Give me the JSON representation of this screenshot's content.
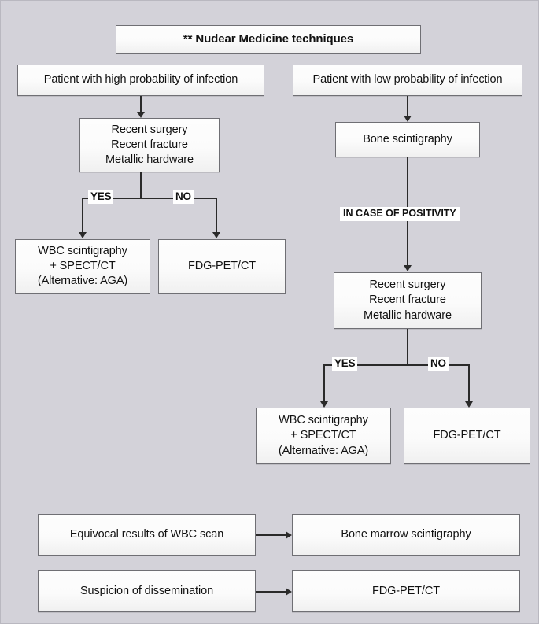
{
  "figure": {
    "background_color": "#d3d2d9",
    "box_border_color": "#6f6f74",
    "line_color": "#2a2a2a",
    "title": "** Nudear Medicine techniques"
  },
  "nodes": {
    "title": {
      "lines": [
        "** Nudear Medicine techniques"
      ]
    },
    "high_prob": {
      "lines": [
        "Patient with high probability of infection"
      ]
    },
    "low_prob": {
      "lines": [
        "Patient with low probability of infection"
      ]
    },
    "left_risk": {
      "lines": [
        "Recent surgery",
        "Recent fracture",
        "Metallic hardware"
      ]
    },
    "left_wbc": {
      "lines": [
        "WBC scintigraphy",
        "+ SPECT/CT",
        "(Alternative: AGA)"
      ]
    },
    "left_fdg": {
      "lines": [
        "FDG-PET/CT"
      ]
    },
    "bone_scint": {
      "lines": [
        "Bone scintigraphy"
      ]
    },
    "right_risk": {
      "lines": [
        "Recent surgery",
        "Recent fracture",
        "Metallic hardware"
      ]
    },
    "right_wbc": {
      "lines": [
        "WBC scintigraphy",
        "+ SPECT/CT",
        "(Alternative: AGA)"
      ]
    },
    "right_fdg": {
      "lines": [
        "FDG-PET/CT"
      ]
    },
    "equivocal": {
      "lines": [
        "Equivocal results of WBC scan"
      ]
    },
    "bone_marrow": {
      "lines": [
        "Bone marrow scintigraphy"
      ]
    },
    "suspicion": {
      "lines": [
        "Suspicion of dissemination"
      ]
    },
    "bottom_fdg": {
      "lines": [
        "FDG-PET/CT"
      ]
    }
  },
  "edge_labels": {
    "left_yes": "YES",
    "left_no": "NO",
    "positivity": "IN CASE OF POSITIVITY",
    "right_yes": "YES",
    "right_no": "NO"
  }
}
